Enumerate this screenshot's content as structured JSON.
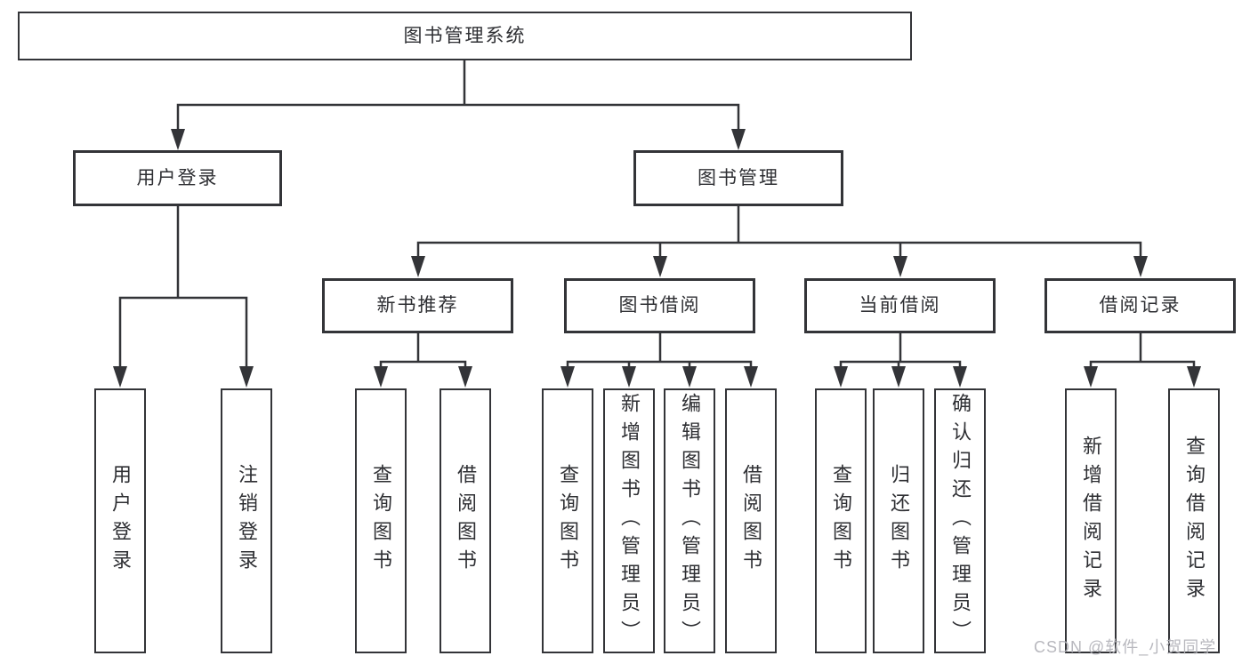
{
  "diagram": {
    "type": "hierarchy-tree",
    "tree": {
      "label": "图书管理系统",
      "children": [
        {
          "label": "用户登录",
          "children": [
            {
              "label": "用户登录"
            },
            {
              "label": "注销登录"
            }
          ]
        },
        {
          "label": "图书管理",
          "children": [
            {
              "label": "新书推荐",
              "children": [
                {
                  "label": "查询图书"
                },
                {
                  "label": "借阅图书"
                }
              ]
            },
            {
              "label": "图书借阅",
              "children": [
                {
                  "label": "查询图书"
                },
                {
                  "label": "新增图书（管理员）"
                },
                {
                  "label": "编辑图书（管理员）"
                },
                {
                  "label": "借阅图书"
                }
              ]
            },
            {
              "label": "当前借阅",
              "children": [
                {
                  "label": "查询图书"
                },
                {
                  "label": "归还图书"
                },
                {
                  "label": "确认归还（管理员）"
                }
              ]
            },
            {
              "label": "借阅记录",
              "children": [
                {
                  "label": "新增借阅记录"
                },
                {
                  "label": "查询借阅记录"
                }
              ]
            }
          ]
        }
      ]
    },
    "colors": {
      "line": "#333438",
      "box_background": "#ffffff",
      "text": "#2e2f33",
      "watermark": "#b2b2b9"
    }
  },
  "watermark": "CSDN @软件_小贺同学"
}
